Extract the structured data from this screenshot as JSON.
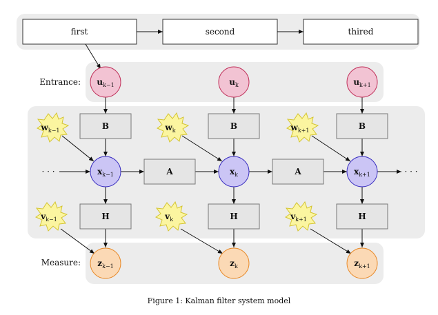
{
  "top_row": {
    "boxes": [
      "first",
      "second",
      "thired"
    ]
  },
  "labels": {
    "entrance": "Entrance:",
    "measure": "Measure:"
  },
  "symbols": {
    "ellipsis": "· · ·",
    "B": "B",
    "A": "A",
    "H": "H"
  },
  "columns": [
    {
      "sub": "k−1",
      "u": "u",
      "w": "w",
      "x": "x",
      "v": "v",
      "z": "z"
    },
    {
      "sub": "k",
      "u": "u",
      "w": "w",
      "x": "x",
      "v": "v",
      "z": "z"
    },
    {
      "sub": "k+1",
      "u": "u",
      "w": "w",
      "x": "x",
      "v": "v",
      "z": "z"
    }
  ],
  "caption": "Figure 1: Kalman filter system model",
  "colors": {
    "panel": "#ececec",
    "box_fill": "#e5e5e5",
    "u_fill": "#f2c3d3",
    "u_stroke": "#c0305a",
    "x_fill": "#cbc5f5",
    "x_stroke": "#3a2fc0",
    "z_fill": "#fbd9b5",
    "z_stroke": "#e88a2a",
    "noise_fill": "#fbf5a0",
    "noise_stroke": "#d4c430"
  }
}
